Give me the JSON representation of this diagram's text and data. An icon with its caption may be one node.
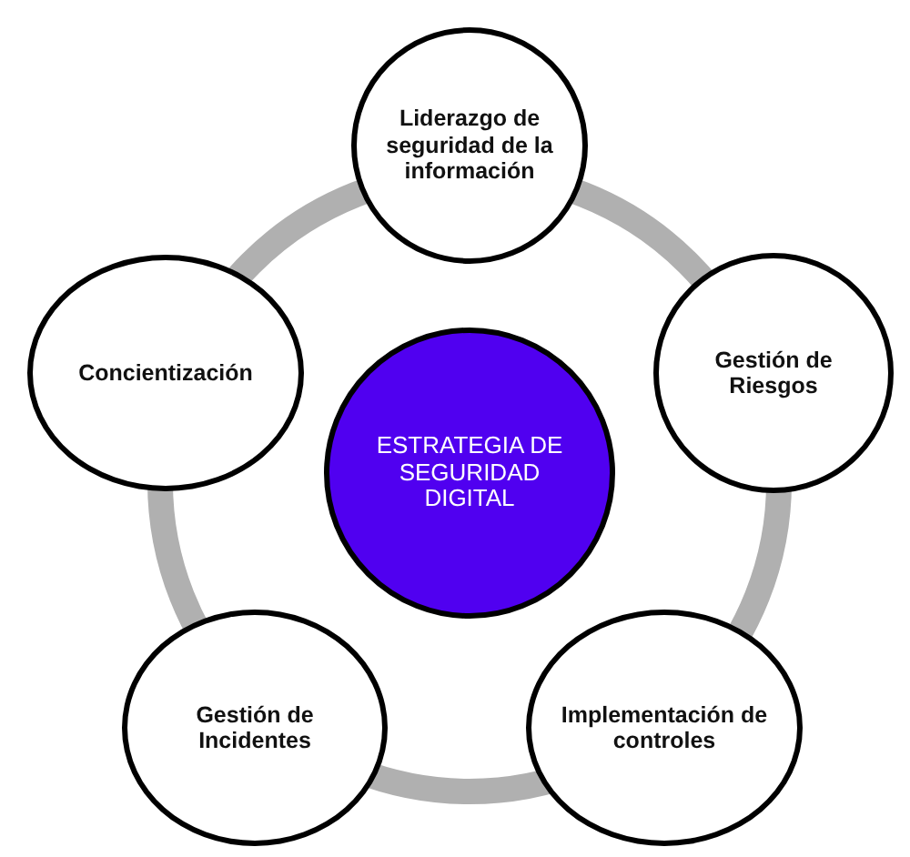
{
  "diagram": {
    "nodes": [
      {
        "text": [
          "Liderazgo de seguridad de la información"
        ]
      },
      {
        "text": [
          "Concientización"
        ]
      },
      {
        "text": [
          "Gestión de Riesgos"
        ]
      },
      {
        "text": [
          "ESTRATEGIA DE SEGURIDAD DIGITAL"
        ]
      },
      {
        "text": [
          "Gestión de Incidentes"
        ]
      },
      {
        "text": [
          "Implementación de controles"
        ]
      }
    ]
  }
}
